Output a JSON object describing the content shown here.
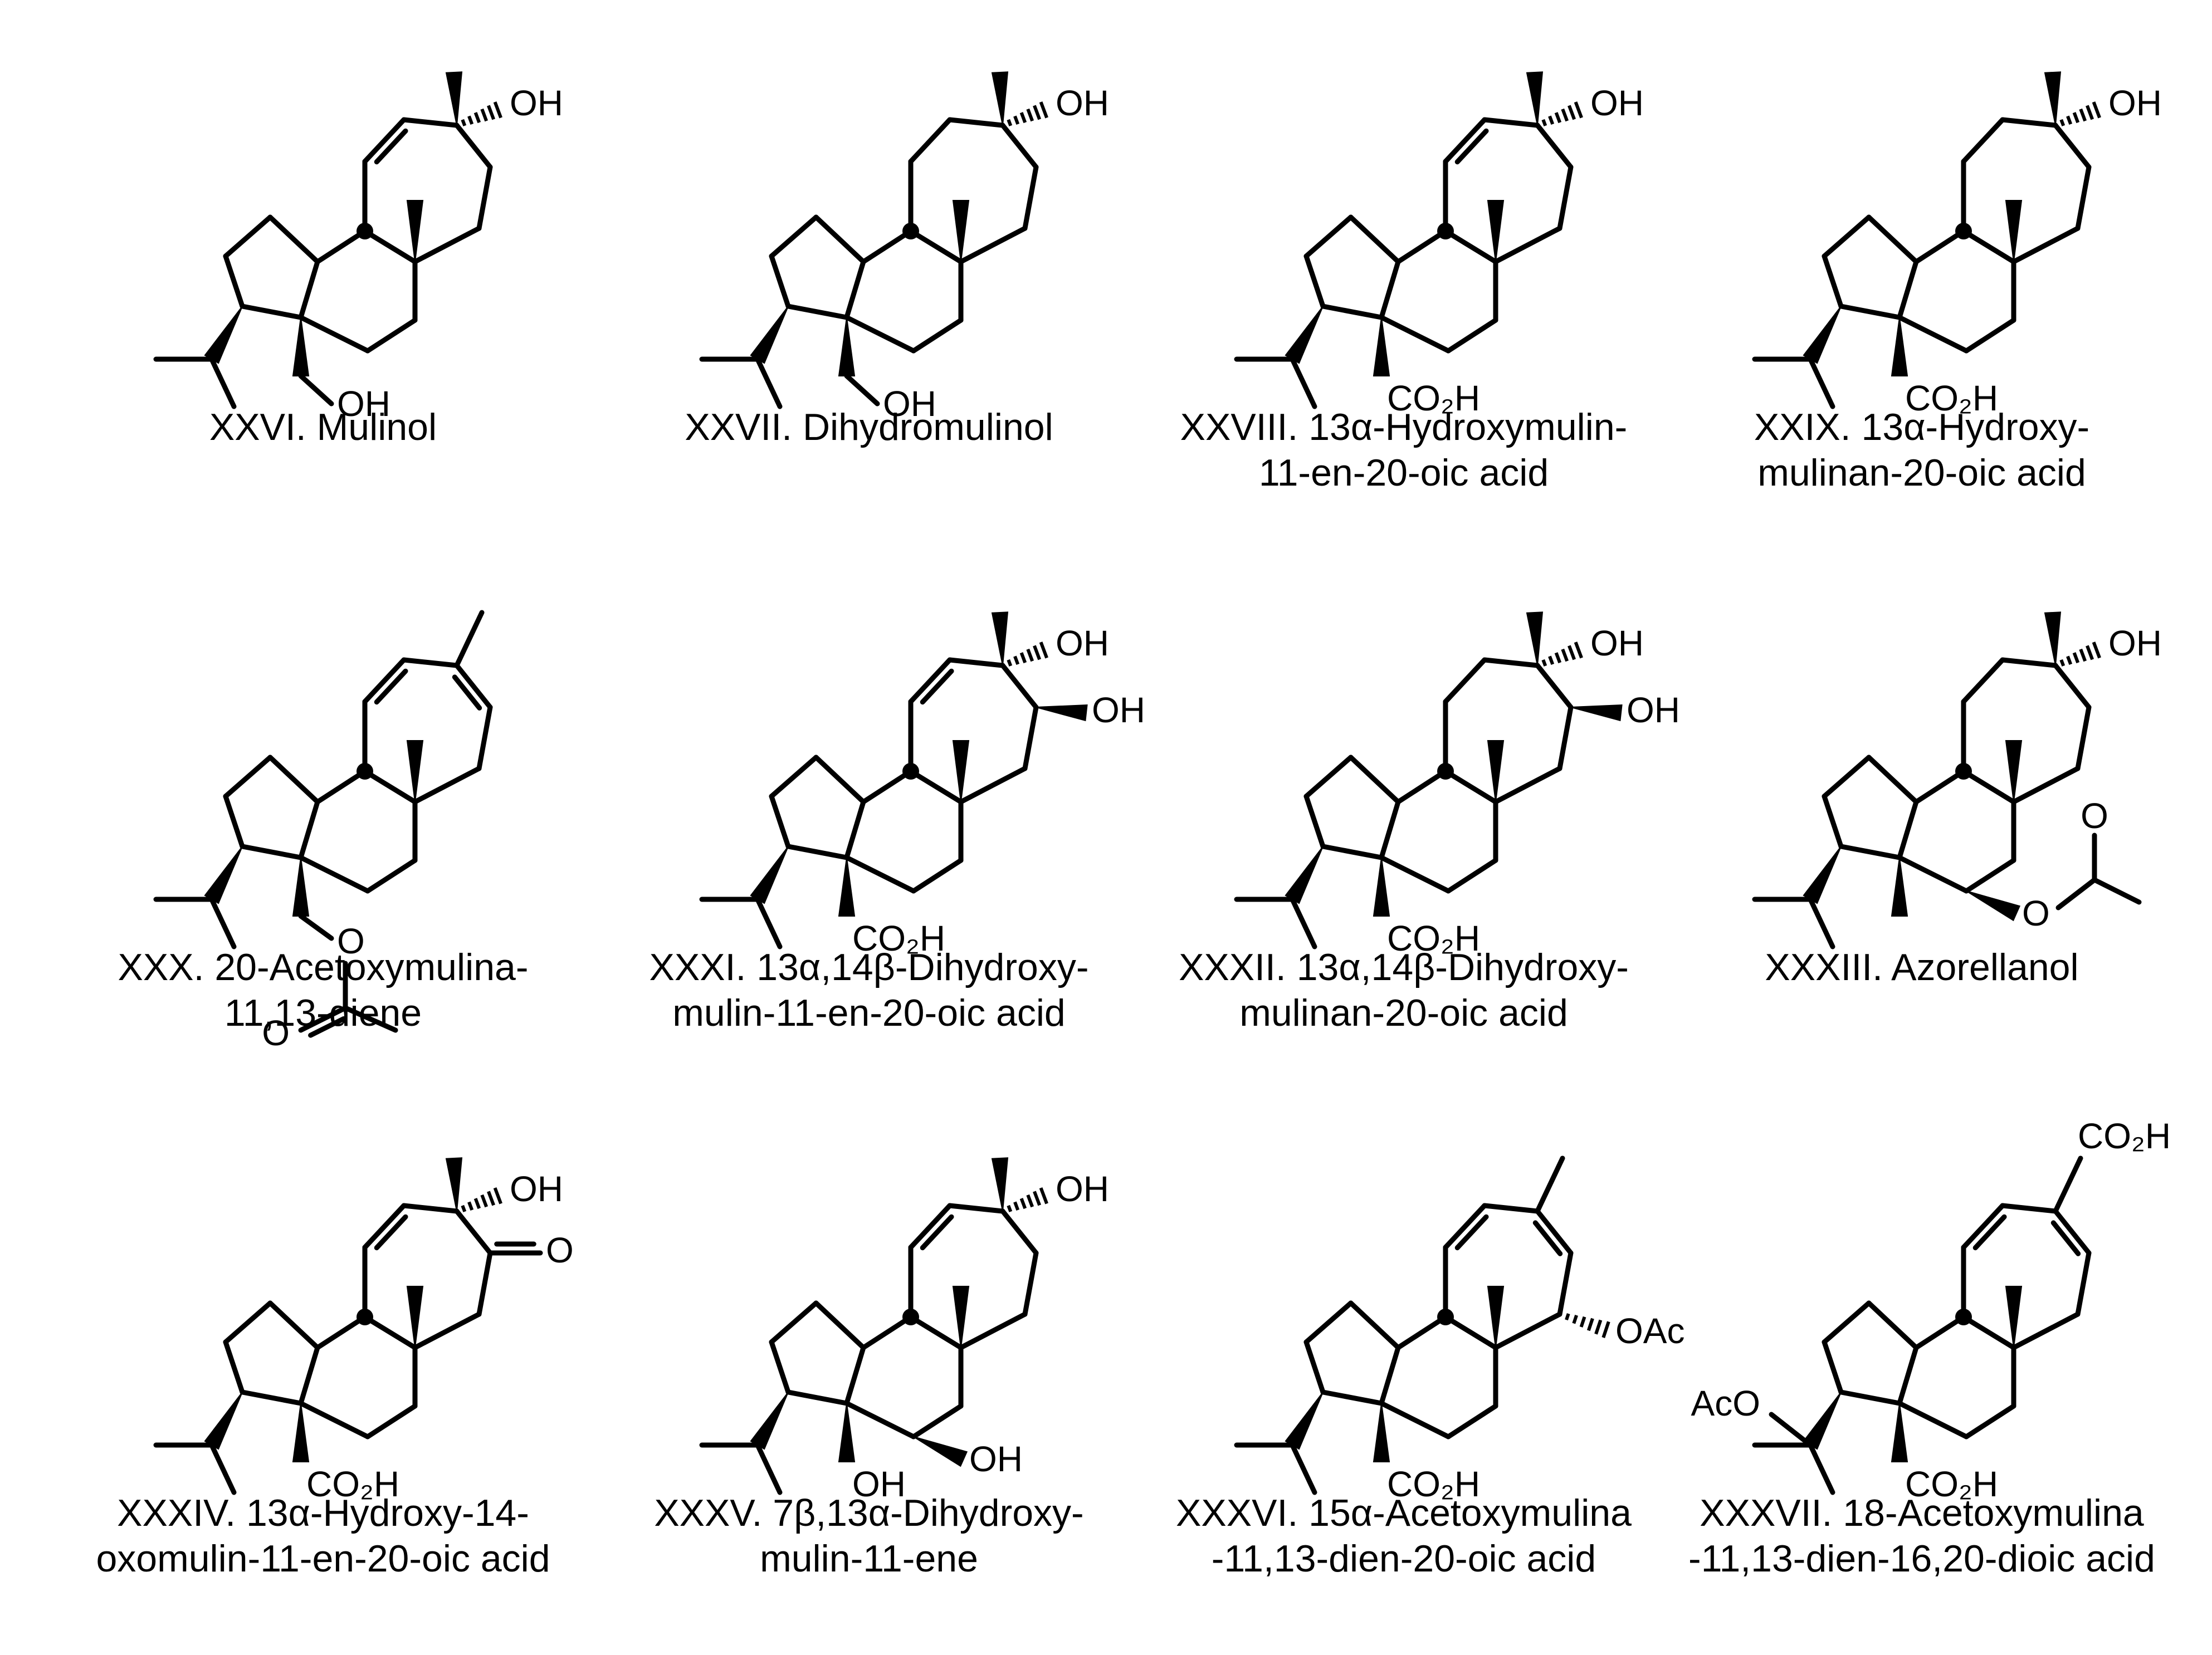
{
  "compounds": [
    {
      "num": "XXVI.",
      "line1": "Mulinol",
      "line2": "",
      "labels": [
        "OH",
        "OH"
      ]
    },
    {
      "num": "XXVII.",
      "line1": "Dihydromulinol",
      "line2": "",
      "labels": [
        "OH",
        "OH"
      ]
    },
    {
      "num": "XXVIII.",
      "line1": "13α-Hydroxymulin-",
      "line2": "11-en-20-oic acid",
      "labels": [
        "OH",
        "CO₂H"
      ]
    },
    {
      "num": "XXIX.",
      "line1": "13α-Hydroxy-",
      "line2": "mulinan-20-oic acid",
      "labels": [
        "OH",
        "CO₂H"
      ]
    },
    {
      "num": "XXX.",
      "line1": "20-Acetoxymulina-",
      "line2": "11,13-diene",
      "labels": [
        "O",
        "O"
      ]
    },
    {
      "num": "XXXI.",
      "line1": "13α,14β-Dihydroxy-",
      "line2": "mulin-11-en-20-oic acid",
      "labels": [
        "OH",
        "OH",
        "CO₂H"
      ]
    },
    {
      "num": "XXXII.",
      "line1": "13α,14β-Dihydroxy-",
      "line2": "mulinan-20-oic acid",
      "labels": [
        "OH",
        "OH",
        "CO₂H"
      ]
    },
    {
      "num": "XXXIII.",
      "line1": "Azorellanol",
      "line2": "",
      "labels": [
        "OH",
        "O",
        "O"
      ]
    },
    {
      "num": "XXXIV.",
      "line1": "13α-Hydroxy-14-",
      "line2": "oxomulin-11-en-20-oic acid",
      "labels": [
        "OH",
        "O",
        "CO₂H"
      ]
    },
    {
      "num": "XXXV.",
      "line1": "7β,13α-Dihydroxy-",
      "line2": "mulin-11-ene",
      "labels": [
        "OH",
        "OH"
      ]
    },
    {
      "num": "XXXVI.",
      "line1": "15α-Acetoxymulina",
      "line2": "-11,13-dien-20-oic acid",
      "labels": [
        "OAc",
        "CO₂H"
      ]
    },
    {
      "num": "XXXVII.",
      "line1": "18-Acetoxymulina",
      "line2": "-11,13-dien-16,20-dioic acid",
      "labels": [
        "CO₂H",
        "AcO",
        "CO₂H"
      ]
    }
  ]
}
